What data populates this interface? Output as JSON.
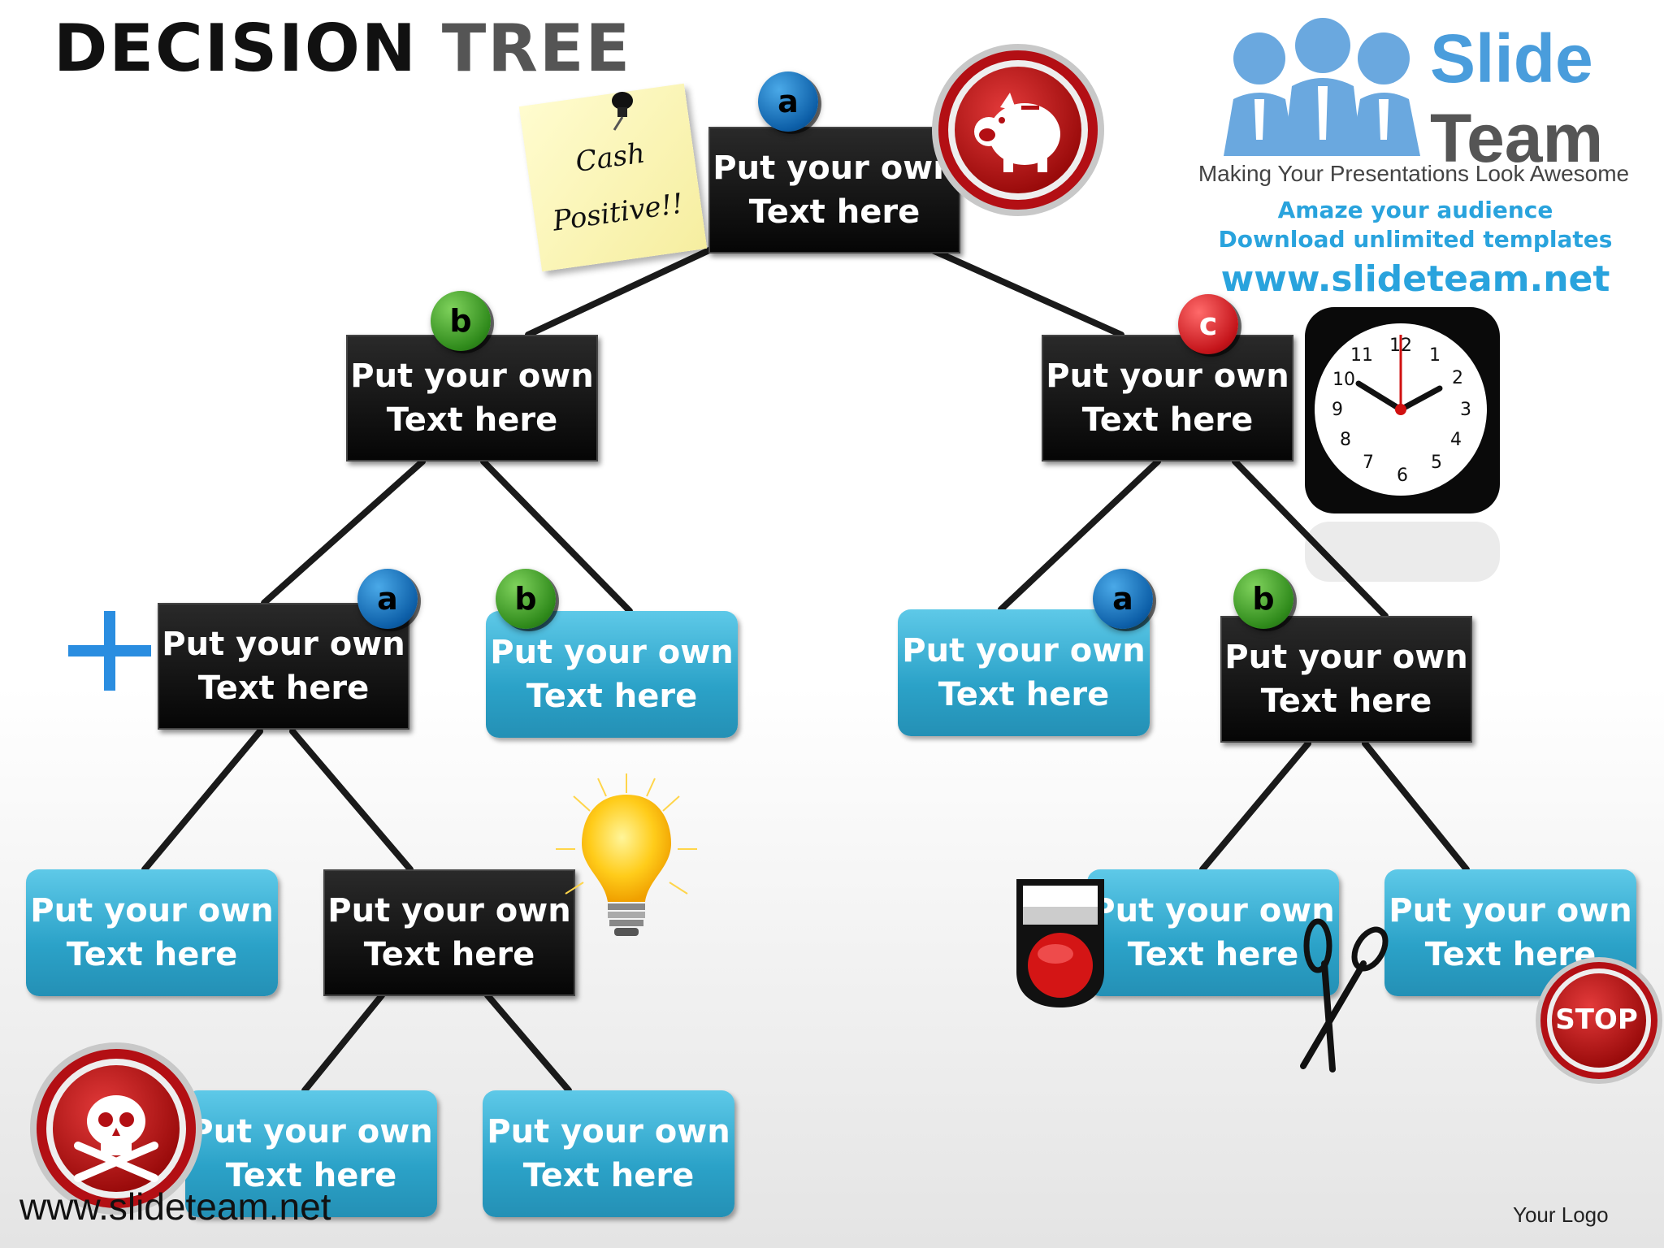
{
  "title": {
    "word1": "DECISION",
    "word2": "TREE"
  },
  "node_text": {
    "line1": "Put your own",
    "line2": "Text here"
  },
  "badges": {
    "a": "a",
    "b": "b",
    "c": "c"
  },
  "sticky_note": {
    "line1": "Cash",
    "line2": "Positive!!"
  },
  "brand": {
    "name_line1": "Slide",
    "name_line2": "Team",
    "tagline": "Making Your Presentations Look Awesome",
    "promo_line1": "Amaze your audience",
    "promo_line2": "Download unlimited templates",
    "promo_url": "www.slideteam.net"
  },
  "clock_numbers": [
    "12",
    "1",
    "2",
    "3",
    "4",
    "5",
    "6",
    "7",
    "8",
    "9",
    "10",
    "11"
  ],
  "stop_sign": "STOP",
  "footer": {
    "url": "www.slideteam.net",
    "logo": "Your Logo"
  },
  "colors": {
    "dark_node": "#111111",
    "blue_node": "#2ba2c8",
    "badge_a": "#0d5fa8",
    "badge_b": "#2f8a1b",
    "badge_c": "#c4141a",
    "brand_blue": "#29a3dd"
  }
}
